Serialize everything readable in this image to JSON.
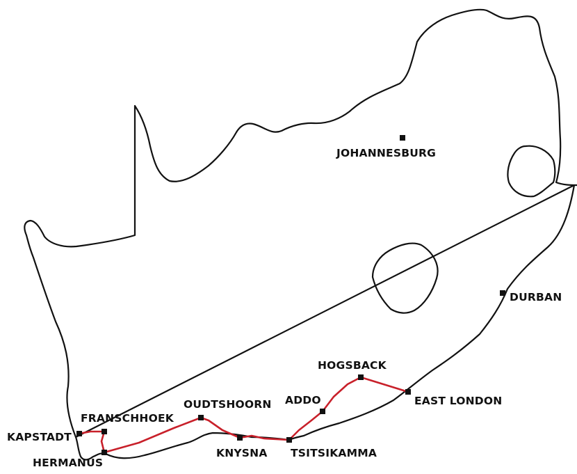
{
  "map": {
    "cities": [
      {
        "id": "johannesburg",
        "label": "JOHANNESBURG"
      },
      {
        "id": "durban",
        "label": "DURBAN"
      },
      {
        "id": "hogsback",
        "label": "HOGSBACK"
      },
      {
        "id": "addo",
        "label": "ADDO"
      },
      {
        "id": "east_london",
        "label": "EAST LONDON"
      },
      {
        "id": "oudtshoorn",
        "label": "OUDTSHOORN"
      },
      {
        "id": "franschhoek",
        "label": "FRANSCHHOEK"
      },
      {
        "id": "kapstadt",
        "label": "KAPSTADT"
      },
      {
        "id": "hermanus",
        "label": "HERMANUS"
      },
      {
        "id": "knysna",
        "label": "KNYSNA"
      },
      {
        "id": "tsitsikamma",
        "label": "TSITSIKAMMA"
      }
    ],
    "route_stops": [
      "kapstadt",
      "franschhoek",
      "hermanus",
      "oudtshoorn",
      "knysna",
      "tsitsikamma",
      "addo",
      "hogsback",
      "east_london"
    ],
    "colors": {
      "outline": "#111111",
      "route": "#c8202a",
      "marker": "#111111"
    }
  }
}
